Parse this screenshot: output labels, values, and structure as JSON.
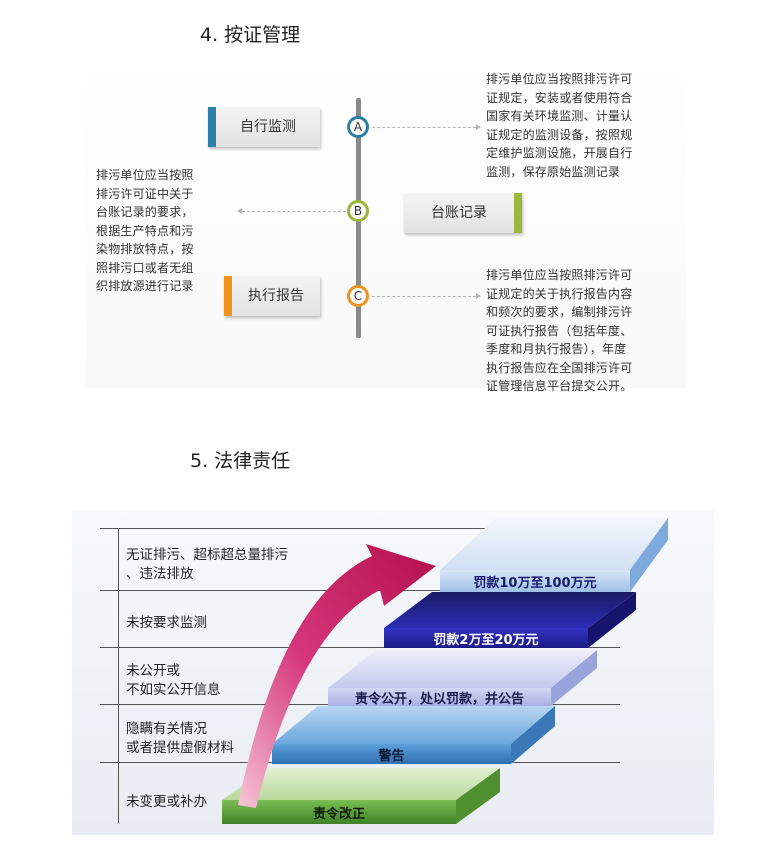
{
  "section4": {
    "heading": "4. 按证管理",
    "node_a": "A",
    "node_b": "B",
    "node_c": "C",
    "tag_a": "自行监测",
    "tag_b": "台账记录",
    "tag_c": "执行报告",
    "note_a": "排污单位应当按照排污许可\n证规定，安装或者使用符合\n国家有关环境监测、计量认\n证规定的监测设备，按照规\n定维护监测设施，开展自行\n监测，保存原始监测记录",
    "note_b": "排污单位应当按照\n排污许可证中关于\n台账记录的要求，\n根据生产特点和污\n染物排放特点，按\n照排污口或者无组\n织排放源进行记录",
    "note_c": "排污单位应当按照排污许可\n证规定的关于执行报告内容\n和频次的要求，编制排污许\n可证执行报告（包括年度、\n季度和月执行报告），年度\n执行报告应在全国排污许可\n证管理信息平台提交公开。",
    "colors": {
      "a": "#2e7fa6",
      "b": "#9bb63a",
      "c": "#f0921e"
    }
  },
  "section5": {
    "heading": "5. 法律责任",
    "conditions": [
      "无证排污、超标超总量排污\n、违法排放",
      "未按要求监测",
      "未公开或\n不如实公开信息",
      "隐瞒有关情况\n或者提供虚假材料",
      "未变更或补办"
    ],
    "steps": [
      "罚款10万至100万元",
      "罚款2万至20万元",
      "责令公开，处以罚款，并公告",
      "警告",
      "责令改正"
    ],
    "colors": {
      "arrow": "#c8175c",
      "step1": "#b9d3f0",
      "step2": "#1f1f9a",
      "step3": "#c6cdee",
      "step4": "#4a8fcf",
      "step5": "#5d9a3b"
    }
  }
}
